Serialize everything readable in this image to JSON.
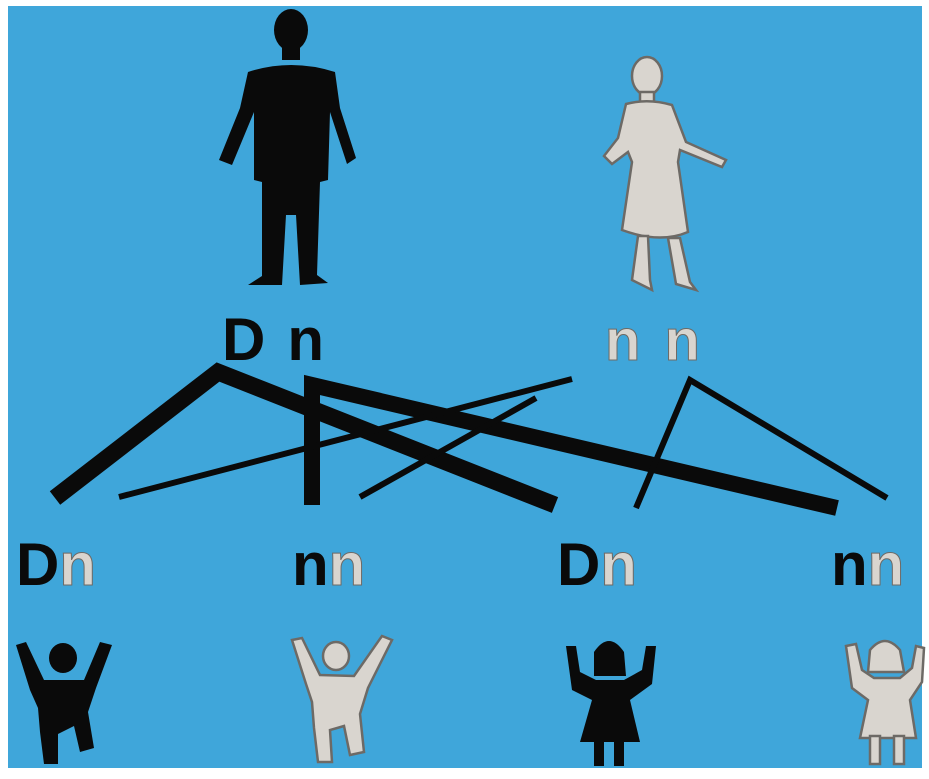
{
  "colors": {
    "background": "#3fa6da",
    "frame": "#ffffff",
    "affected": "#0a0a0a",
    "unaffected_fill": "#d9d5cf",
    "unaffected_outline": "#6d6a66"
  },
  "parents": {
    "father": {
      "figure": "man-silhouette-icon",
      "status": "dark",
      "alleles": [
        {
          "symbol": "D",
          "shade": "dark"
        },
        {
          "symbol": "n",
          "shade": "dark"
        }
      ]
    },
    "mother": {
      "figure": "woman-silhouette-icon",
      "status": "light",
      "alleles": [
        {
          "symbol": "n",
          "shade": "light"
        },
        {
          "symbol": "n",
          "shade": "light"
        }
      ]
    }
  },
  "children": [
    {
      "figure": "child-silhouette-icon",
      "status": "dark",
      "alleles": [
        {
          "symbol": "D",
          "shade": "dark"
        },
        {
          "symbol": "n",
          "shade": "light"
        }
      ]
    },
    {
      "figure": "child-silhouette-icon",
      "status": "light",
      "alleles": [
        {
          "symbol": "n",
          "shade": "dark"
        },
        {
          "symbol": "n",
          "shade": "light"
        }
      ]
    },
    {
      "figure": "girl-silhouette-icon",
      "status": "dark",
      "alleles": [
        {
          "symbol": "D",
          "shade": "dark"
        },
        {
          "symbol": "n",
          "shade": "light"
        }
      ]
    },
    {
      "figure": "girl-silhouette-icon",
      "status": "light",
      "alleles": [
        {
          "symbol": "n",
          "shade": "dark"
        },
        {
          "symbol": "n",
          "shade": "light"
        }
      ]
    }
  ]
}
